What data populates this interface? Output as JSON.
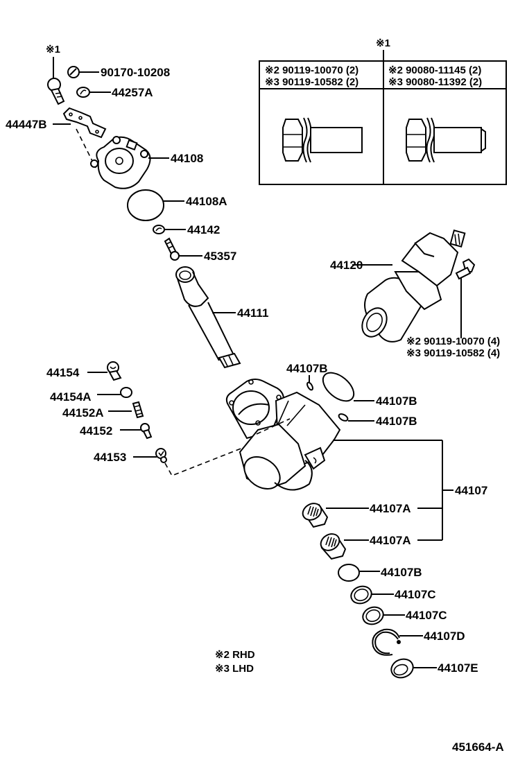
{
  "diagram": {
    "illustration_code": "451664-A",
    "notes": {
      "line1": "※2  RHD",
      "line2": "※3  LHD"
    },
    "bolt_table": {
      "ref_mark": "※1",
      "left": {
        "line1": "※2  90119-10070 (2)",
        "line2": "※3  90119-10582 (2)"
      },
      "right": {
        "line1": "※2  90080-11145 (2)",
        "line2": "※3  90080-11392 (2)"
      }
    },
    "parts": {
      "ref1": "※1",
      "p90170": "90170-10208",
      "p44257A": "44257A",
      "p44447B": "44447B",
      "p44108": "44108",
      "p44108A": "44108A",
      "p44142": "44142",
      "p45357": "45357",
      "p44111": "44111",
      "p44120": "44120",
      "bolt44120_l1": "※2 90119-10070 (4)",
      "bolt44120_l2": "※3 90119-10582 (4)",
      "p44154": "44154",
      "p44154A": "44154A",
      "p44152A": "44152A",
      "p44152": "44152",
      "p44153": "44153",
      "p44107B_top": "44107B",
      "p44107B_ring": "44107B",
      "p44107B_small": "44107B",
      "p44107": "44107",
      "p44107A_1": "44107A",
      "p44107A_2": "44107A",
      "p44107B_low": "44107B",
      "p44107C_1": "44107C",
      "p44107C_2": "44107C",
      "p44107D": "44107D",
      "p44107E": "44107E"
    }
  }
}
